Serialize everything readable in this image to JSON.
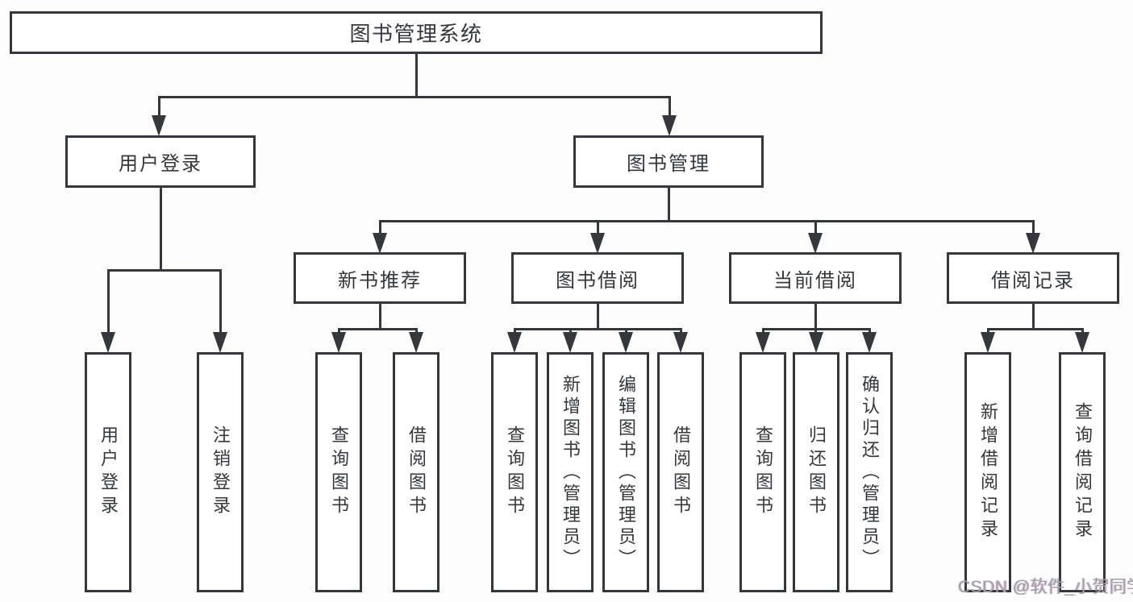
{
  "diagram": {
    "title": "图书管理系统",
    "colors": {
      "line": "#34373c",
      "text": "#34373c",
      "box_background": "#ffffff",
      "page_background": "#fdfdfe",
      "watermark": "#a2a2a6"
    },
    "root": {
      "label": "图书管理系统"
    },
    "level1": [
      {
        "label": "用户登录"
      },
      {
        "label": "图书管理"
      }
    ],
    "level2": [
      {
        "label": "新书推荐",
        "parent": "图书管理"
      },
      {
        "label": "图书借阅",
        "parent": "图书管理"
      },
      {
        "label": "当前借阅",
        "parent": "图书管理"
      },
      {
        "label": "借阅记录",
        "parent": "图书管理"
      }
    ],
    "leaves": [
      {
        "label": "用户登录",
        "parent": "用户登录"
      },
      {
        "label": "注销登录",
        "parent": "用户登录"
      },
      {
        "label": "查询图书",
        "parent": "新书推荐"
      },
      {
        "label": "借阅图书",
        "parent": "新书推荐"
      },
      {
        "label": "查询图书",
        "parent": "图书借阅"
      },
      {
        "label": "新增图书（管理员）",
        "parent": "图书借阅"
      },
      {
        "label": "编辑图书（管理员）",
        "parent": "图书借阅"
      },
      {
        "label": "借阅图书",
        "parent": "图书借阅"
      },
      {
        "label": "查询图书",
        "parent": "当前借阅"
      },
      {
        "label": "归还图书",
        "parent": "当前借阅"
      },
      {
        "label": "确认归还（管理员）",
        "parent": "当前借阅"
      },
      {
        "label": "新增借阅记录",
        "parent": "借阅记录"
      },
      {
        "label": "查询借阅记录",
        "parent": "借阅记录"
      }
    ],
    "watermark": {
      "text": "CSDN @软件_小贺同学"
    }
  }
}
